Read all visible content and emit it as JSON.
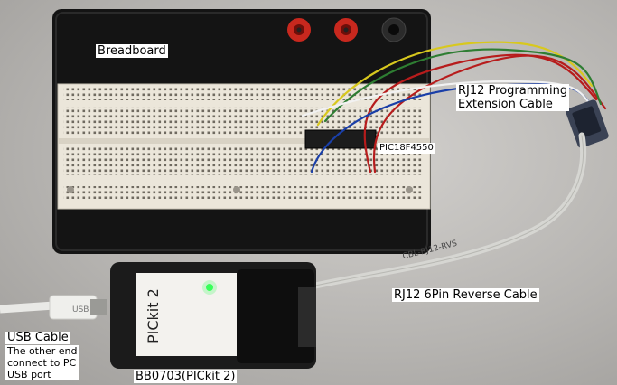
{
  "labels": {
    "breadboard": "Breadboard",
    "rj12_ext_line1": "RJ12 Programming",
    "rj12_ext_line2": "Extension Cable",
    "chip": "PIC18F4550",
    "rj12_reverse": "RJ12 6Pin Reverse Cable",
    "usb_title": "USB Cable",
    "usb_line1": "The other end",
    "usb_line2": "connect to PC",
    "usb_line3": "USB port",
    "programmer": "BB0703(PICkit 2)"
  },
  "device_text": {
    "brand": "PICkit 2",
    "cable_print": "CBL-RJ12-RVS"
  },
  "colors": {
    "board": "#141414",
    "breadboard": "#ebe6da",
    "terminal_red": "#c8281e",
    "terminal_black": "#1a1a1a",
    "wire_red": "#b71c1c",
    "wire_yellow": "#d8c81e",
    "wire_green": "#2e7d32",
    "wire_blue": "#1a3fa8",
    "wire_white": "#f2f2f2",
    "cable_grey": "#d6d6d2",
    "programmer": "#1b1b1b",
    "led_green": "#39ff5a"
  }
}
